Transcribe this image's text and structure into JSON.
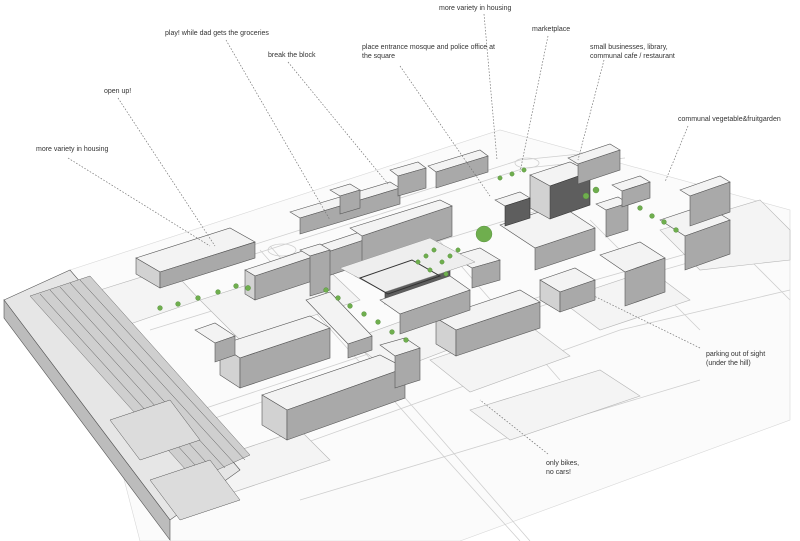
{
  "annotations": [
    {
      "id": "more-variety-top",
      "text": "more variety in housing"
    },
    {
      "id": "play",
      "text": "play! while dad gets the groceries"
    },
    {
      "id": "break-block",
      "text": "break the block"
    },
    {
      "id": "place-entrance",
      "text": "place entrance mosque and police office at the square",
      "lines": [
        "place entrance mosque and police office at",
        "the square"
      ]
    },
    {
      "id": "marketplace",
      "text": "marketplace"
    },
    {
      "id": "small-businesses",
      "text": "small businesses, library, communal cafe / restaurant",
      "lines": [
        "small businesses, library,",
        "communal cafe / restaurant"
      ]
    },
    {
      "id": "open-up",
      "text": "open up!"
    },
    {
      "id": "communal-garden",
      "text": "communal vegetable&fruitgarden"
    },
    {
      "id": "more-variety-left",
      "text": "more variety in housing"
    },
    {
      "id": "parking",
      "text": "parking out of sight (under the hill)",
      "lines": [
        "parking out of sight",
        "(under the hill)"
      ]
    },
    {
      "id": "bikes",
      "text": "only bikes, no cars!",
      "lines": [
        "only bikes,",
        "no cars!"
      ]
    }
  ],
  "colors": {
    "tree": "#6fae4e",
    "building_roof": "#f3f3f3",
    "building_side": "#a9a9a9",
    "building_dark": "#5e5e5e",
    "leader": "#777777"
  }
}
